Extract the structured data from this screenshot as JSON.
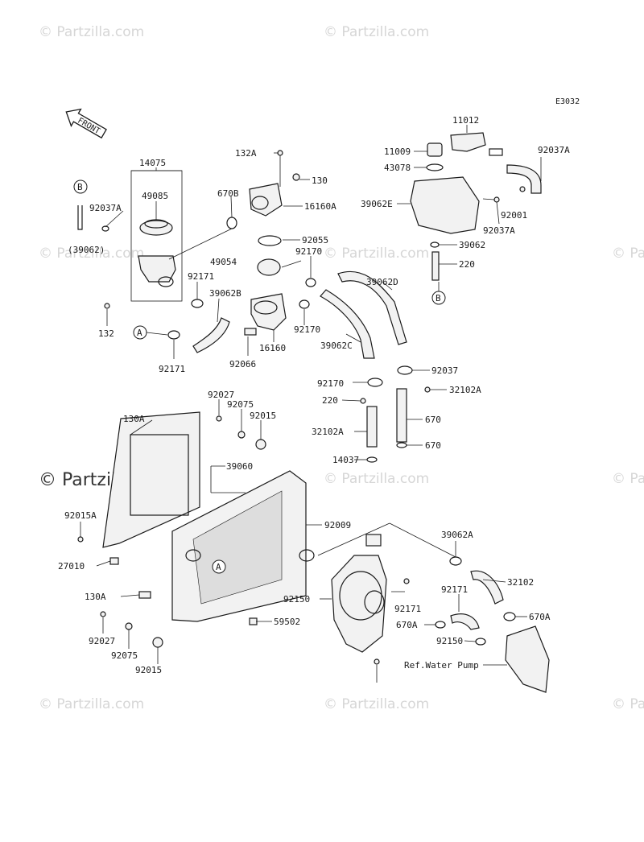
{
  "diagram": {
    "code": "E3032",
    "front_label": "FRONT",
    "watermark_text": "© Partzilla.com",
    "ref_note": "Ref.Water Pump",
    "part_labels": [
      "14075",
      "49085",
      "92037A",
      "(39062)",
      "132",
      "92171",
      "670B",
      "132A",
      "130",
      "16160A",
      "92055",
      "49054",
      "92170",
      "39062B",
      "16160",
      "92066",
      "92171",
      "39062D",
      "39062C",
      "92170",
      "92170",
      "92037",
      "11012",
      "11009",
      "43078",
      "39062E",
      "92037A",
      "92001",
      "92037A",
      "39062",
      "220",
      "220",
      "32102A",
      "32102A",
      "670",
      "670",
      "14037",
      "130A",
      "92027",
      "92075",
      "92015",
      "39060",
      "92009",
      "92015A",
      "27010",
      "130A",
      "92027",
      "92075",
      "92015",
      "59502",
      "92150",
      "92171",
      "39062A",
      "32102",
      "92171",
      "670A",
      "670A",
      "92150"
    ],
    "callouts": [
      "B",
      "B",
      "A",
      "A"
    ]
  }
}
